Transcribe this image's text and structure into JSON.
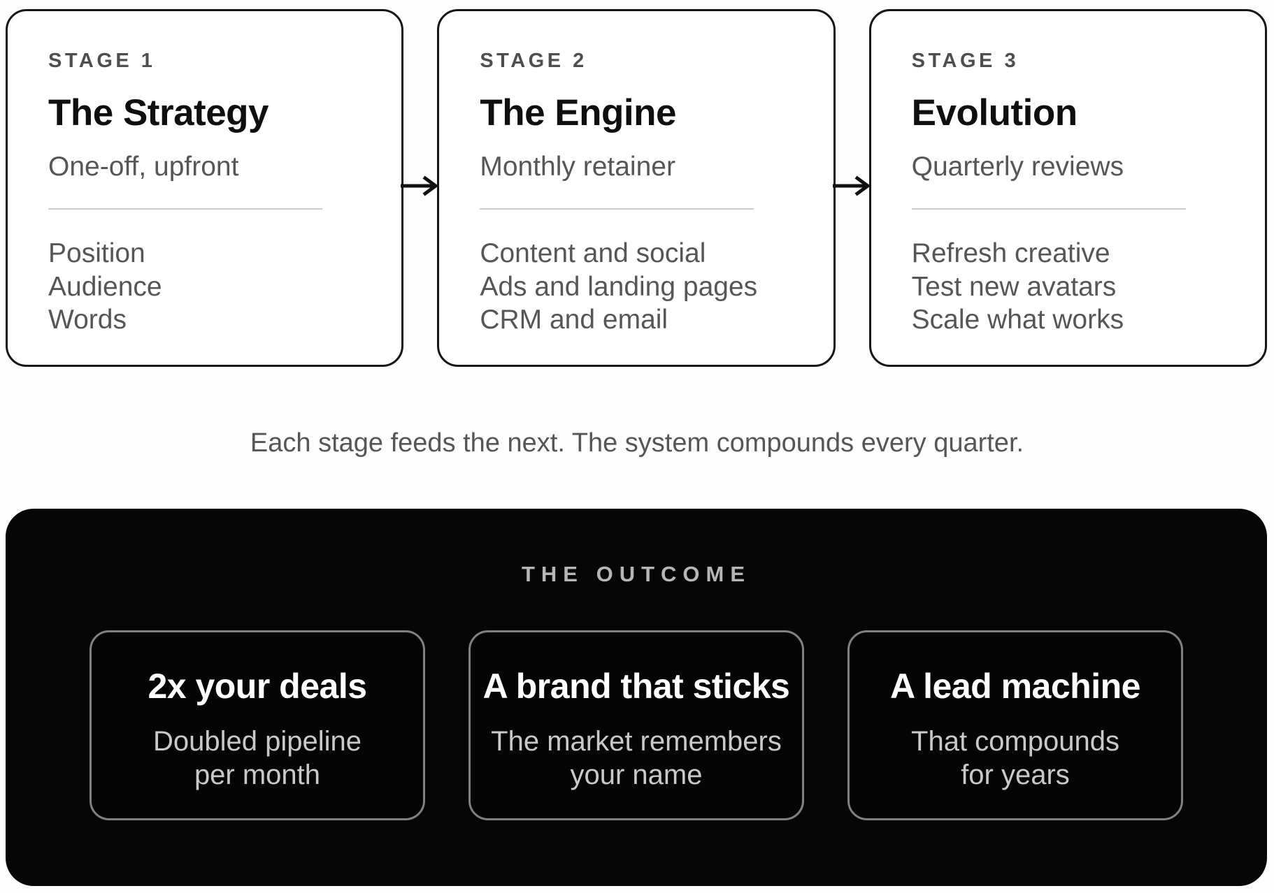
{
  "stages": [
    {
      "label": "STAGE 1",
      "title": "The Strategy",
      "subtitle": "One-off, upfront",
      "items": [
        "Position",
        "Audience",
        "Words"
      ]
    },
    {
      "label": "STAGE 2",
      "title": "The Engine",
      "subtitle": "Monthly retainer",
      "items": [
        "Content and social",
        "Ads and landing pages",
        "CRM and email"
      ]
    },
    {
      "label": "STAGE 3",
      "title": "Evolution",
      "subtitle": "Quarterly reviews",
      "items": [
        "Refresh creative",
        "Test new avatars",
        "Scale what works"
      ]
    }
  ],
  "arrows": [
    {
      "icon": "arrow-right"
    },
    {
      "icon": "arrow-right"
    }
  ],
  "caption": "Each stage feeds the next. The system compounds every quarter.",
  "outcome": {
    "label": "THE OUTCOME",
    "cards": [
      {
        "title": "2x your deals",
        "subtitle_line1": "Doubled pipeline",
        "subtitle_line2": "per month"
      },
      {
        "title": "A brand that sticks",
        "subtitle_line1": "The market remembers",
        "subtitle_line2": "your name"
      },
      {
        "title": "A lead machine",
        "subtitle_line1": "That compounds",
        "subtitle_line2": "for years"
      }
    ]
  },
  "colors": {
    "page_bg": "#fdfdfd",
    "stage_card_border": "#161616",
    "stage_label": "#4e4e4e",
    "stage_title": "#0f0f0f",
    "stage_text": "#565656",
    "divider": "#cbcbcb",
    "panel_bg": "#060606",
    "panel_label": "#b6b6b6",
    "outcome_card_border": "#7f8184",
    "outcome_title": "#ffffff",
    "outcome_subtitle": "#c9c9c9"
  }
}
